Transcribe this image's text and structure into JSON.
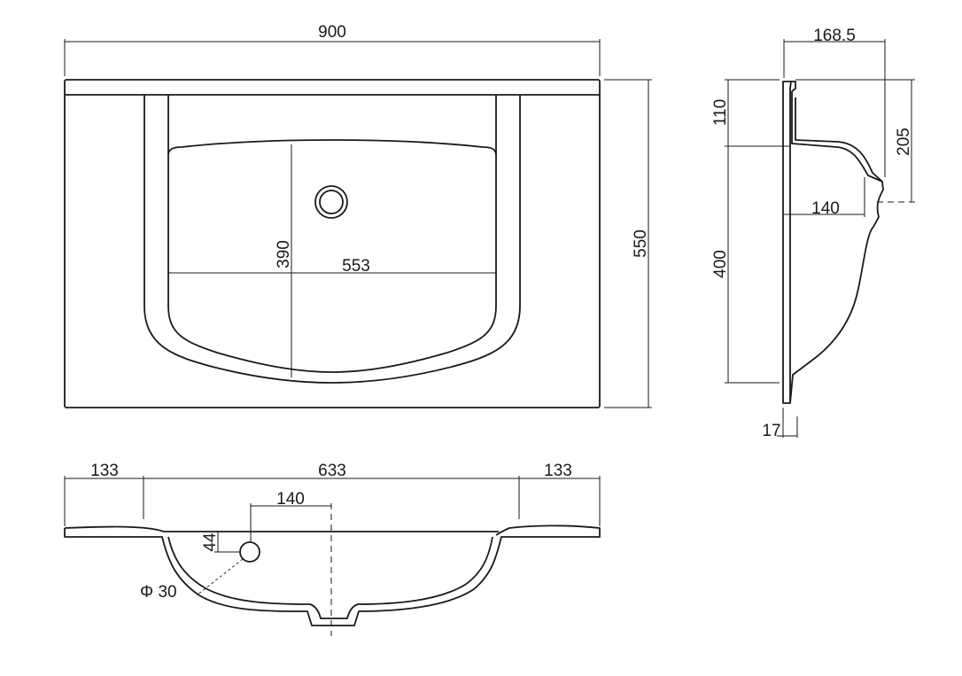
{
  "dimensions": {
    "top_overall_width": "900",
    "top_overall_depth": "550",
    "top_bowl_depth": "390",
    "top_bowl_width": "553",
    "side_overall_depth": "168.5",
    "side_rim_depth": "110",
    "side_front_height": "205",
    "side_drain_offset": "140",
    "side_back_height": "400",
    "side_rim_thickness": "17",
    "front_left_margin": "133",
    "front_center_width": "633",
    "front_right_margin": "133",
    "front_tap_offset": "140",
    "front_tap_depth": "44",
    "front_tap_diameter": "Φ 30"
  },
  "colors": {
    "line": "#1a1a1a",
    "background": "#ffffff"
  }
}
